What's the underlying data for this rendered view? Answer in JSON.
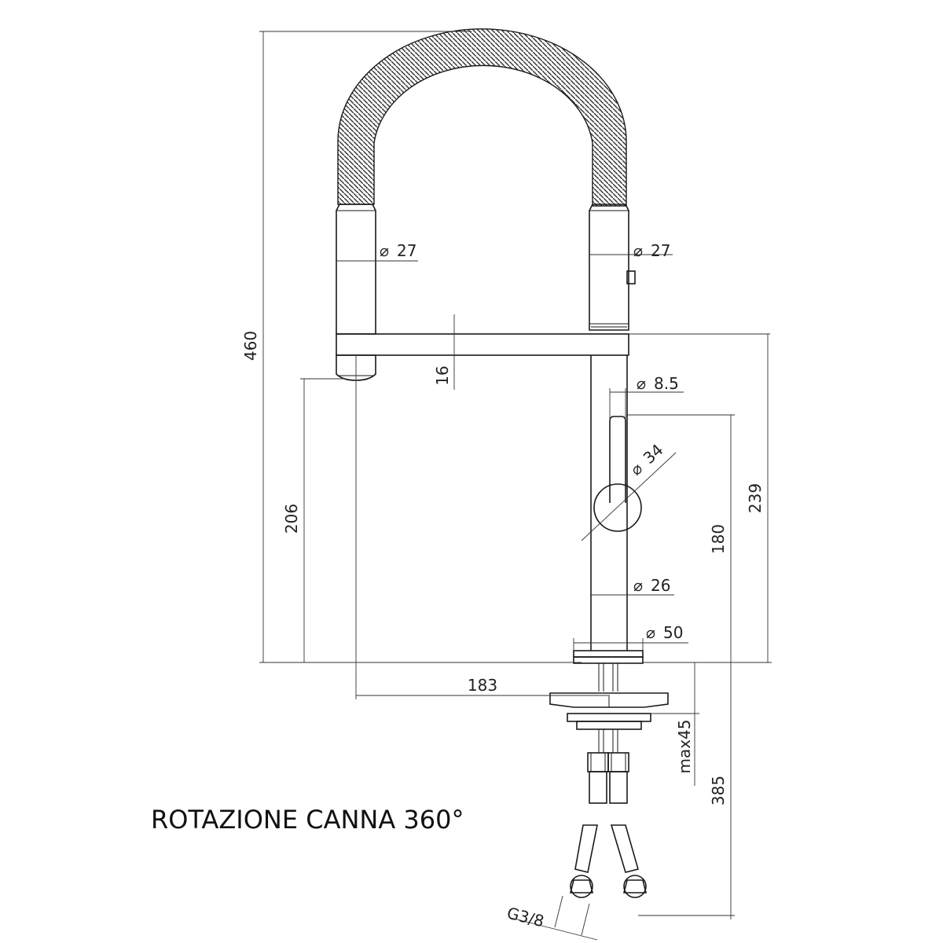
{
  "caption": "ROTAZIONE CANNA 360°",
  "dimensions": {
    "total_height": "460",
    "spout_dia_left": "27",
    "spout_dia_right": "27",
    "beam_thickness": "16",
    "lever_pin_dia": "8.5",
    "lever_knob_dia": "34",
    "outlet_height": "206",
    "body_to_lever": "180",
    "beam_height": "239",
    "body_dia": "26",
    "base_dia": "50",
    "spout_reach": "183",
    "max_deck_thickness": "max45",
    "hose_length": "385",
    "connection_thread": "G3/8"
  }
}
